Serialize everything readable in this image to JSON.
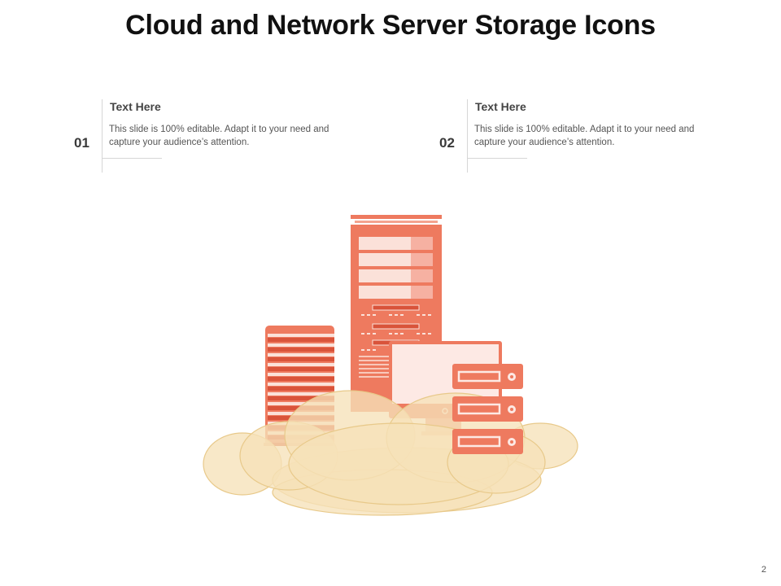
{
  "slide": {
    "title": "Cloud and Network Server Storage Icons",
    "page_number": "2"
  },
  "items": [
    {
      "number": "01",
      "heading": "Text Here",
      "body": "This slide is 100% editable. Adapt it to your need and capture your audience’s attention."
    },
    {
      "number": "02",
      "heading": "Text Here",
      "body": "This slide is 100% editable. Adapt it to your need and capture your audience’s attention."
    }
  ],
  "illustration": {
    "icon": "cloud-server-storage-icon",
    "colors": {
      "server": "#ee7a5f",
      "server_dark": "#d9533a",
      "server_light": "#fbe1d9",
      "cloud": "#f6e2b8",
      "cloud_stroke": "#e8c98a"
    }
  }
}
